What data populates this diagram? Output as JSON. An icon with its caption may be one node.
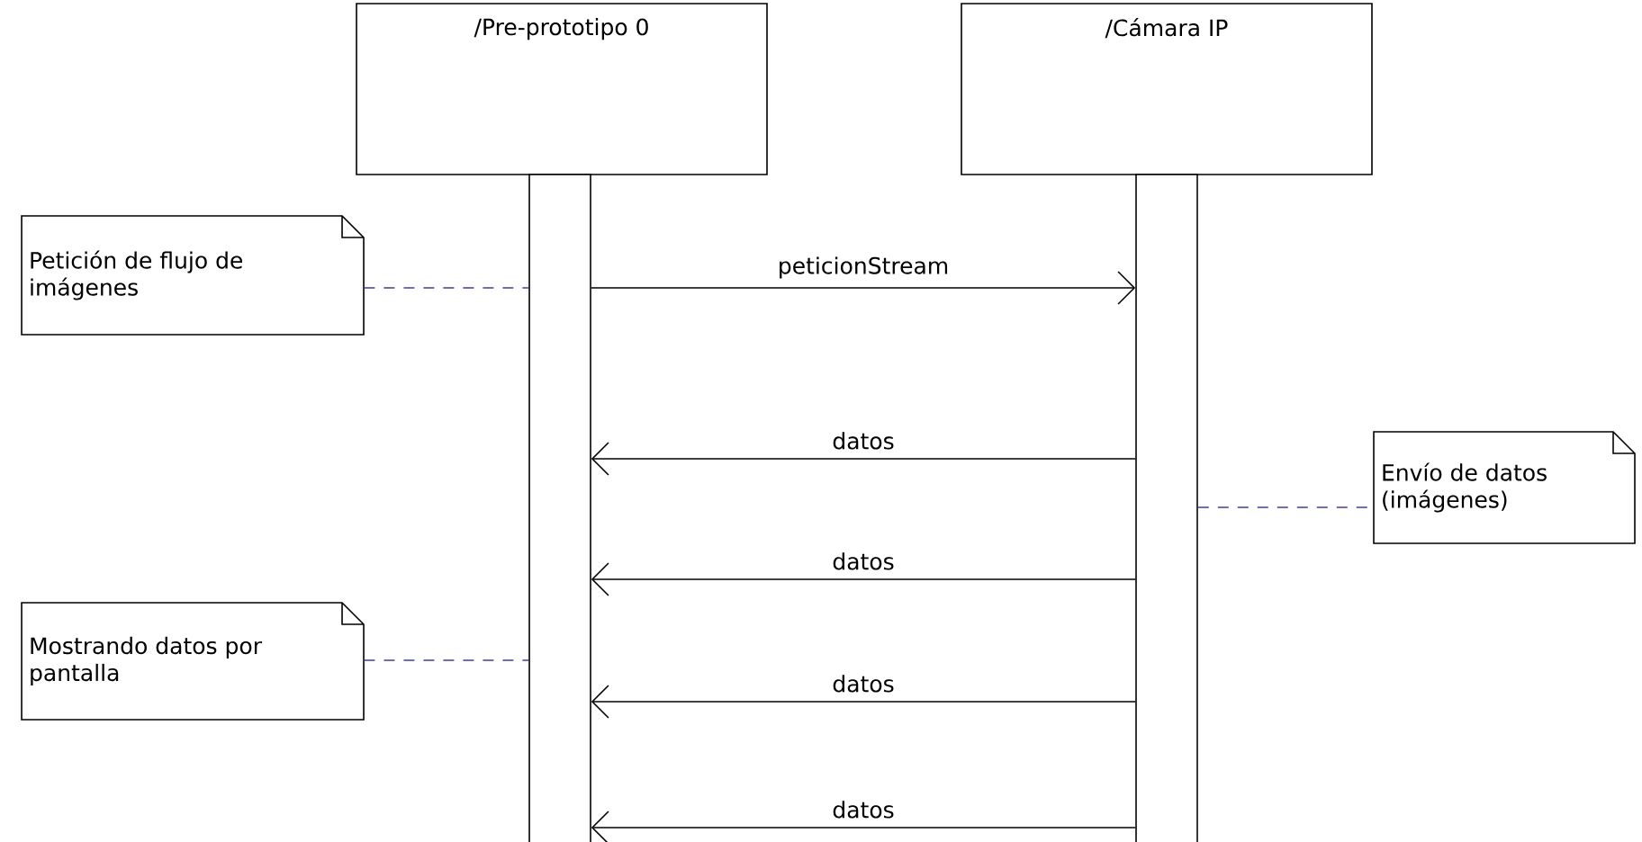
{
  "diagram": {
    "nodes": [
      {
        "text": [
          "/Pre-prototipo 0"
        ]
      },
      {
        "text": [
          "/Cámara IP"
        ]
      },
      {
        "text": [],
        "shape": "bar"
      },
      {
        "text": [],
        "shape": "bar"
      },
      {
        "text": [
          "Petición de flujo de imágenes"
        ]
      },
      {
        "text": [
          "Envío de datos (imágenes)"
        ]
      },
      {
        "text": [
          "Mostrando datos por pantalla"
        ]
      }
    ],
    "edges": [
      {
        "from": 2,
        "to": 3,
        "arrow": "to",
        "label": "peticionStream"
      },
      {
        "from": 3,
        "to": 2,
        "arrow": "to",
        "label": "datos"
      },
      {
        "from": 3,
        "to": 2,
        "arrow": "to",
        "label": "datos"
      },
      {
        "from": 3,
        "to": 2,
        "arrow": "to",
        "label": "datos"
      },
      {
        "from": 3,
        "to": 2,
        "arrow": "to",
        "label": "datos"
      },
      {
        "from": 4,
        "to": 2,
        "arrow": "none",
        "style": "dashed",
        "color": "#3f3f9f"
      },
      {
        "from": 3,
        "to": 5,
        "arrow": "none",
        "style": "dashed",
        "color": "#3f3f9f"
      },
      {
        "from": 6,
        "to": 2,
        "arrow": "none",
        "style": "dashed",
        "color": "#3f3f9f"
      }
    ]
  }
}
